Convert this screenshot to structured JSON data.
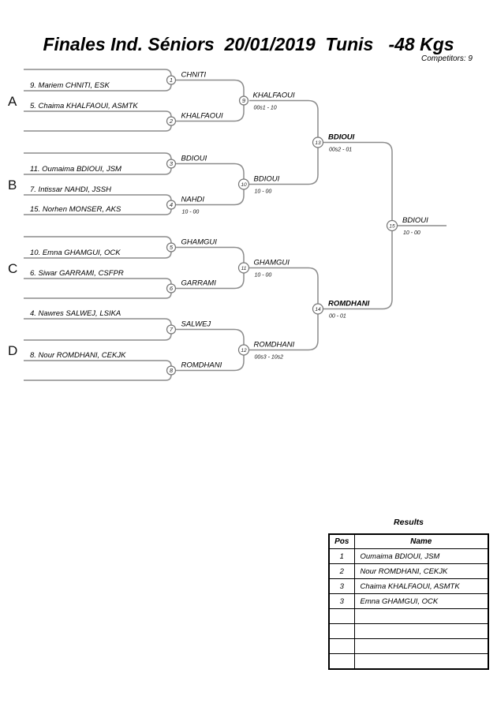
{
  "header": {
    "title": "Finales Ind. Séniors  20/01/2019  Tunis   -48 Kgs",
    "competitors_label": "Competitors: 9"
  },
  "chart_data": {
    "type": "bracket",
    "title": "Finales Ind. Séniors 20/01/2019 Tunis -48 Kgs",
    "competitors_count": 9,
    "sections": [
      {
        "label": "A",
        "slots": [
          null,
          "9. Mariem CHNITI, ESK",
          "5. Chaima KHALFAOUI, ASMTK",
          null
        ]
      },
      {
        "label": "B",
        "slots": [
          null,
          "11. Oumaima BDIOUI, JSM",
          "7. Intissar NAHDI, JSSH",
          "15. Norhen MONSER, AKS"
        ]
      },
      {
        "label": "C",
        "slots": [
          null,
          "10. Emna GHAMGUI, OCK",
          "6. Siwar GARRAMI, CSFPR",
          null
        ]
      },
      {
        "label": "D",
        "slots": [
          "4. Nawres SALWEJ, LSIKA",
          null,
          "8. Nour ROMDHANI, CEKJK",
          null
        ]
      }
    ],
    "round1": [
      {
        "n": 1,
        "winner": "CHNITI",
        "score": null
      },
      {
        "n": 2,
        "winner": "KHALFAOUI",
        "score": null
      },
      {
        "n": 3,
        "winner": "BDIOUI",
        "score": null
      },
      {
        "n": 4,
        "winner": "NAHDI",
        "score": "10 - 00"
      },
      {
        "n": 5,
        "winner": "GHAMGUI",
        "score": null
      },
      {
        "n": 6,
        "winner": "GARRAMI",
        "score": null
      },
      {
        "n": 7,
        "winner": "SALWEJ",
        "score": null
      },
      {
        "n": 8,
        "winner": "ROMDHANI",
        "score": null
      }
    ],
    "round2": [
      {
        "n": 9,
        "winner": "KHALFAOUI",
        "score": "00s1 - 10"
      },
      {
        "n": 10,
        "winner": "BDIOUI",
        "score": "10 - 00"
      },
      {
        "n": 11,
        "winner": "GHAMGUI",
        "score": "10 - 00"
      },
      {
        "n": 12,
        "winner": "ROMDHANI",
        "score": "00s3 - 10s2"
      }
    ],
    "semifinals": [
      {
        "n": 13,
        "winner": "BDIOUI",
        "score": "00s2 - 01",
        "bold": true
      },
      {
        "n": 14,
        "winner": "ROMDHANI",
        "score": "00 - 01",
        "bold": true
      }
    ],
    "final": {
      "n": 15,
      "winner": "BDIOUI",
      "score": "10 - 00"
    },
    "layout": {
      "line_color": "#8c8c8c",
      "circle_stroke": "#757575",
      "circle_fill": "#ffffff",
      "text_color": "#000000"
    }
  },
  "results": {
    "title": "Results",
    "columns": [
      "Pos",
      "Name"
    ],
    "rows": [
      {
        "pos": "1",
        "name": "Oumaima BDIOUI, JSM"
      },
      {
        "pos": "2",
        "name": "Nour ROMDHANI, CEKJK"
      },
      {
        "pos": "3",
        "name": "Chaima KHALFAOUI, ASMTK"
      },
      {
        "pos": "3",
        "name": "Emna GHAMGUI, OCK"
      },
      {
        "pos": "",
        "name": ""
      },
      {
        "pos": "",
        "name": ""
      },
      {
        "pos": "",
        "name": ""
      },
      {
        "pos": "",
        "name": ""
      }
    ]
  }
}
